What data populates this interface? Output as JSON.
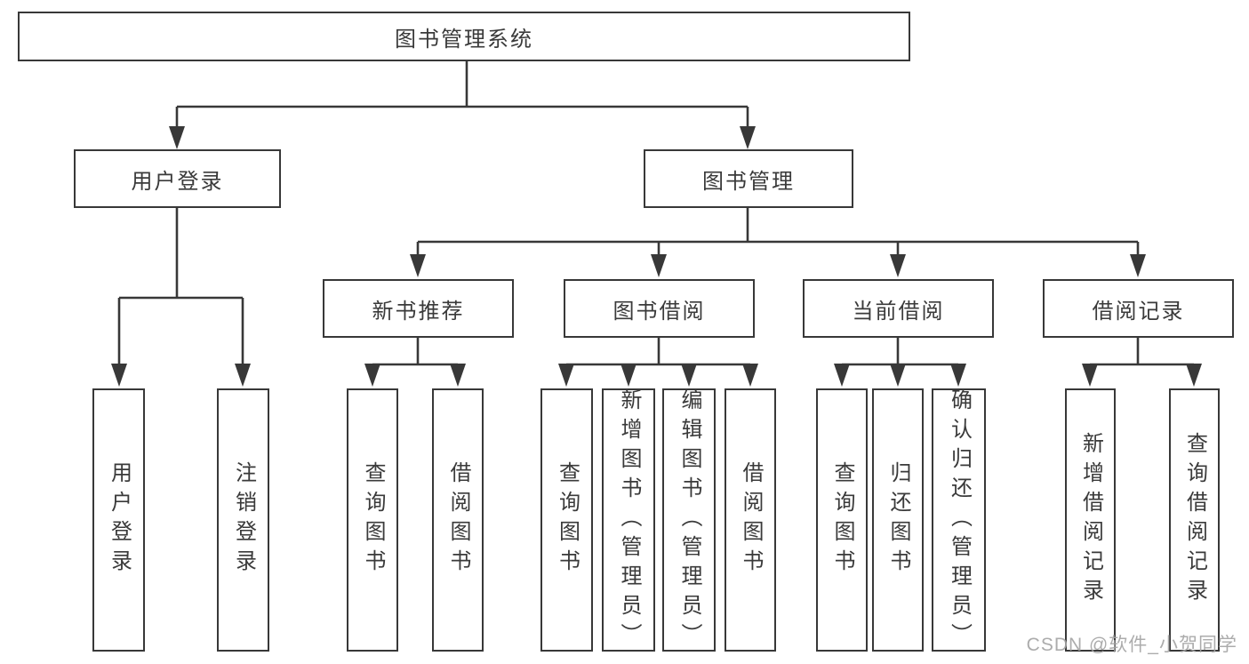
{
  "diagram": {
    "root": {
      "label": "图书管理系统"
    },
    "branches": [
      {
        "label": "用户登录",
        "children": [
          {
            "label": "用户登录"
          },
          {
            "label": "注销登录"
          }
        ]
      },
      {
        "label": "图书管理",
        "children": [
          {
            "label": "新书推荐",
            "children": [
              {
                "label": "查询图书"
              },
              {
                "label": "借阅图书"
              }
            ]
          },
          {
            "label": "图书借阅",
            "children": [
              {
                "label": "查询图书"
              },
              {
                "label": "新增图书（管理员）"
              },
              {
                "label": "编辑图书（管理员）"
              },
              {
                "label": "借阅图书"
              }
            ]
          },
          {
            "label": "当前借阅",
            "children": [
              {
                "label": "查询图书"
              },
              {
                "label": "归还图书"
              },
              {
                "label": "确认归还（管理员）"
              }
            ]
          },
          {
            "label": "借阅记录",
            "children": [
              {
                "label": "新增借阅记录"
              },
              {
                "label": "查询借阅记录"
              }
            ]
          }
        ]
      }
    ]
  },
  "watermark": {
    "text": "CSDN @软件_小贺同学"
  },
  "colors": {
    "line": "#383838",
    "box_border": "#383838",
    "box_background": "#ffffff",
    "text": "#3a3a3a",
    "watermark_text": "#a5a5a5",
    "page_background": "#ffffff"
  }
}
